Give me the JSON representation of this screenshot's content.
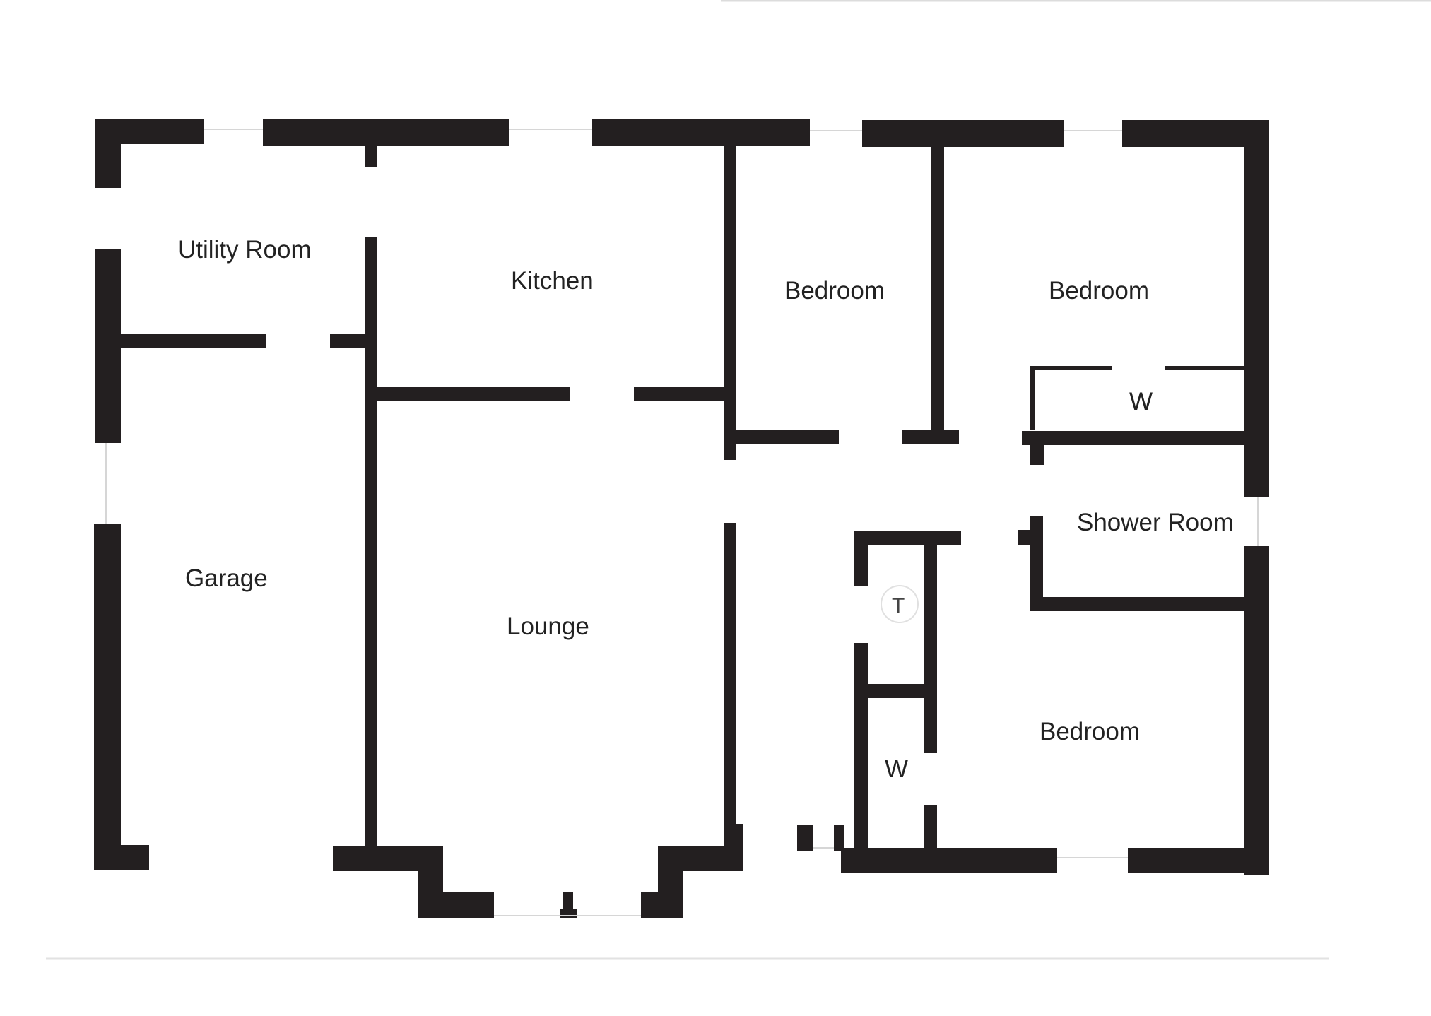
{
  "colors": {
    "wall": "#231f20",
    "background": "#ffffff",
    "text": "#222222",
    "window": "#d6d6d6"
  },
  "rooms": {
    "utility_room": "Utility Room",
    "kitchen": "Kitchen",
    "bedroom_1": "Bedroom",
    "bedroom_2": "Bedroom",
    "wardrobe_1": "W",
    "shower_room": "Shower Room",
    "garage": "Garage",
    "lounge": "Lounge",
    "tank": "T",
    "wardrobe_2": "W",
    "bedroom_3": "Bedroom"
  }
}
